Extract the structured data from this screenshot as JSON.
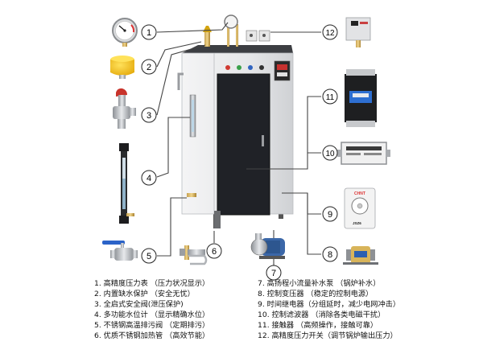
{
  "callouts": [
    {
      "num": "1"
    },
    {
      "num": "2"
    },
    {
      "num": "3"
    },
    {
      "num": "4"
    },
    {
      "num": "5"
    },
    {
      "num": "6"
    },
    {
      "num": "7"
    },
    {
      "num": "8"
    },
    {
      "num": "9"
    },
    {
      "num": "10"
    },
    {
      "num": "11"
    },
    {
      "num": "12"
    }
  ],
  "relay_brand": "CHNT",
  "relay_model": "JSZ6",
  "legend": {
    "left": [
      "1. 高精度压力表 （压力状况显示）",
      "2. 内置缺水保护 （安全无忧）",
      "3. 全启式安全阀(泄压保护)",
      "4. 多功能水位计 （显示精确水位）",
      "5. 不锈钢高温排污阀 （定期排污）",
      "6. 优质不锈钢加热管 （高效节能）"
    ],
    "right": [
      "7. 高扬程小流量补水泵 （锅炉补水）",
      "8. 控制变压器 （稳定的控制电源）",
      "9. 时间继电器（分组延时，减少电网冲击）",
      "10. 控制滤波器 （消除各类电磁干扰）",
      "11. 接触器 （高频操作，接触可靠）",
      "12. 高精度压力开关（调节锅炉输出压力）"
    ]
  },
  "colors": {
    "cabinet": "#e9eaec",
    "door": "#202227",
    "line": "#444444"
  }
}
